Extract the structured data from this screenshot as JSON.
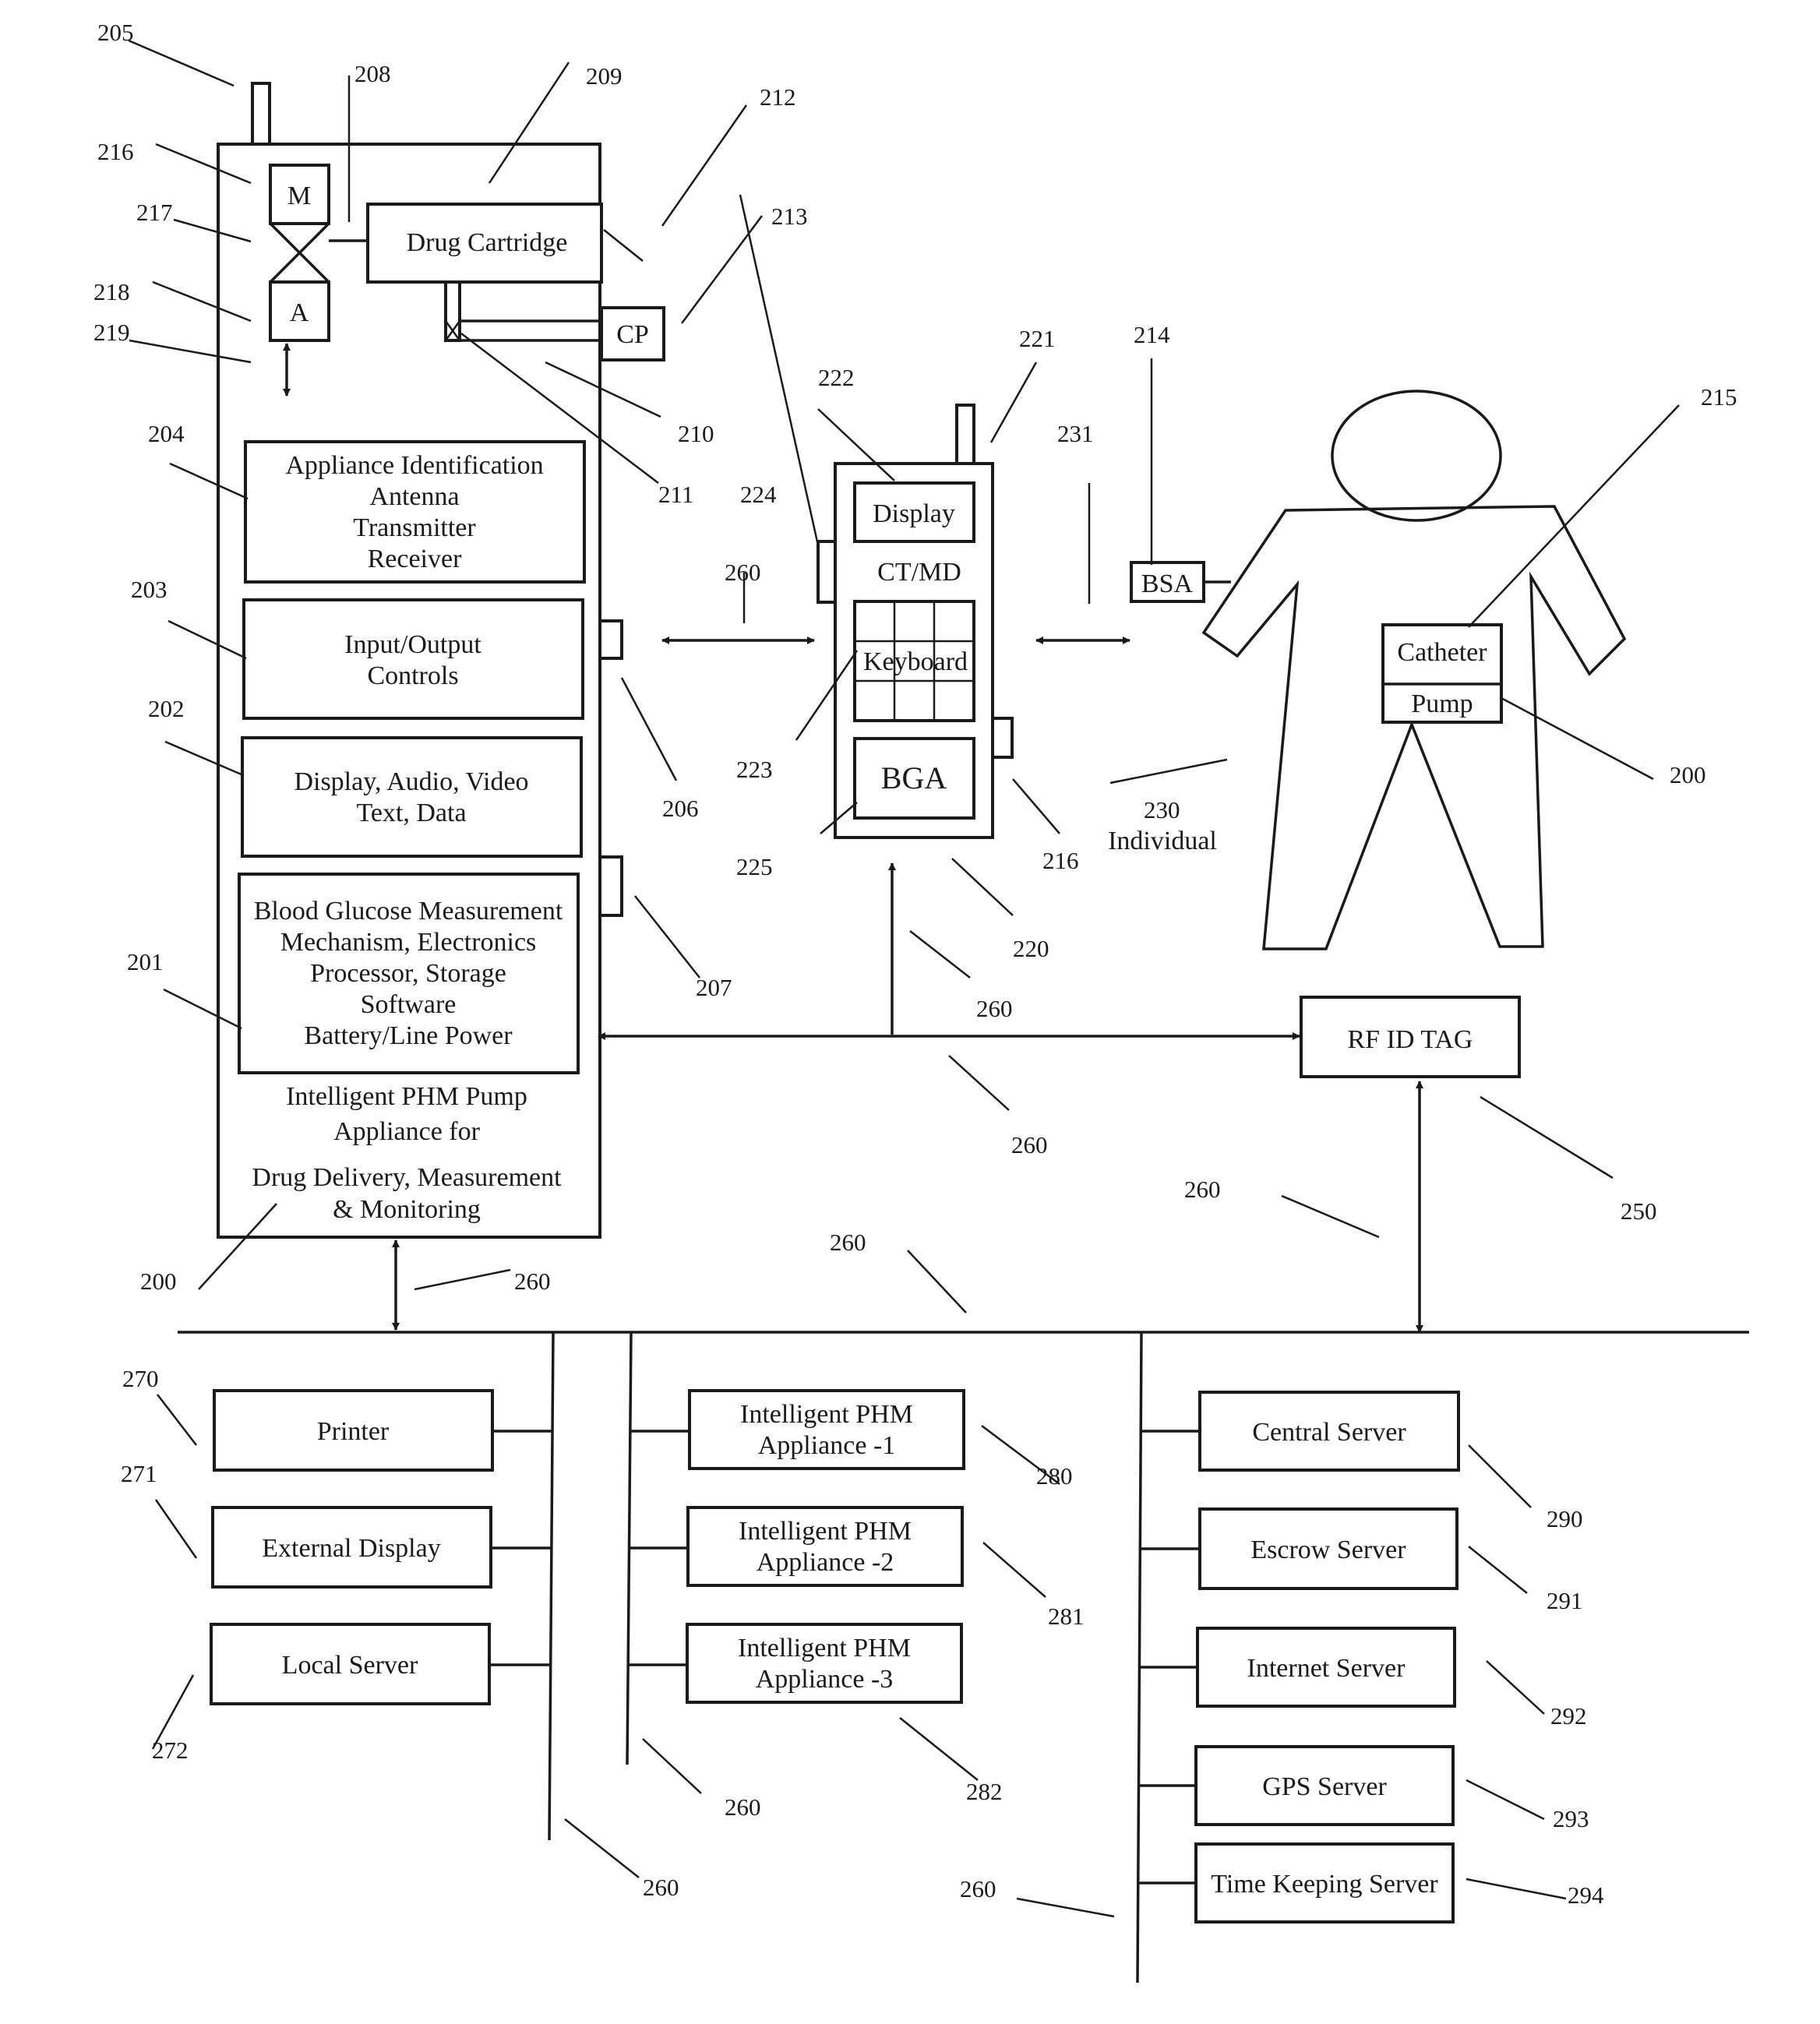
{
  "pump": {
    "motor": "M",
    "actuator": "A",
    "drug_cartridge": "Drug Cartridge",
    "cp": "CP",
    "block_204": [
      "Appliance Identification",
      "Antenna",
      "Transmitter",
      "Receiver"
    ],
    "block_203": [
      "Input/Output",
      "Controls"
    ],
    "block_202": [
      "Display, Audio, Video",
      "Text, Data"
    ],
    "block_201": [
      "Blood Glucose Measurement",
      "Mechanism, Electronics",
      "Processor, Storage",
      "Software",
      "Battery/Line Power"
    ],
    "caption": [
      "Intelligent PHM  Pump",
      "Appliance  for",
      "Drug Delivery,  Measurement",
      "& Monitoring"
    ]
  },
  "ctmd": {
    "display": "Display",
    "title": "CT/MD",
    "keyboard": "Keyboard",
    "bga": "BGA"
  },
  "individual": {
    "catheter": "Catheter",
    "pump": "Pump",
    "bsa": "BSA",
    "caption": "Individual"
  },
  "rfid": {
    "label": "RF ID TAG"
  },
  "devices": {
    "printer": "Printer",
    "external_display": "External Display",
    "local_server": "Local Server"
  },
  "appliances": [
    [
      "Intelligent PHM",
      "Appliance -1"
    ],
    [
      "Intelligent PHM",
      "Appliance -2"
    ],
    [
      "Intelligent PHM",
      "Appliance -3"
    ]
  ],
  "servers": {
    "central": "Central Server",
    "escrow": "Escrow Server",
    "internet": "Internet  Server",
    "gps": "GPS Server",
    "time_keeping": "Time Keeping Server"
  },
  "refs": {
    "r205": "205",
    "r208": "208",
    "r209": "209",
    "r212": "212",
    "r213": "213",
    "r216a": "216",
    "r217": "217",
    "r218": "218",
    "r219": "219",
    "r210": "210",
    "r211": "211",
    "r204": "204",
    "r203": "203",
    "r202": "202",
    "r201": "201",
    "r206": "206",
    "r207": "207",
    "r222": "222",
    "r221": "221",
    "r224": "224",
    "r260a": "260",
    "r223": "223",
    "r225": "225",
    "r216b": "216",
    "r220": "220",
    "r260b": "260",
    "r260c": "260",
    "r231": "231",
    "r214": "214",
    "r215": "215",
    "r230": "230",
    "r200a": "200",
    "r260d": "260",
    "r250": "250",
    "r260e": "260",
    "r260f": "260",
    "r200b": "200",
    "r270": "270",
    "r271": "271",
    "r272": "272",
    "r280": "280",
    "r281": "281",
    "r282": "282",
    "r260g": "260",
    "r260h": "260",
    "r260i": "260",
    "r290": "290",
    "r291": "291",
    "r292": "292",
    "r293": "293",
    "r294": "294"
  }
}
